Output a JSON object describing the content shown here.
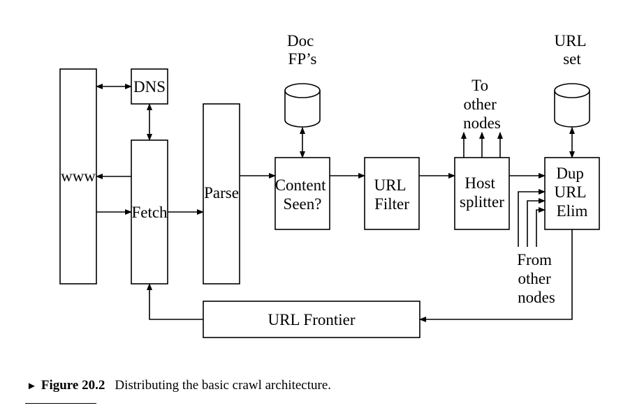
{
  "diagram": {
    "nodes": {
      "www": {
        "lines": [
          "www"
        ]
      },
      "dns": {
        "lines": [
          "DNS"
        ]
      },
      "fetch": {
        "lines": [
          "Fetch"
        ]
      },
      "parse": {
        "lines": [
          "Parse"
        ]
      },
      "content_seen": {
        "lines": [
          "Content",
          "Seen?"
        ]
      },
      "url_filter": {
        "lines": [
          "URL",
          "Filter"
        ]
      },
      "host_splitter": {
        "lines": [
          "Host",
          "splitter"
        ]
      },
      "dup_url_elim": {
        "lines": [
          "Dup",
          "URL",
          "Elim"
        ]
      },
      "url_frontier": {
        "lines": [
          "URL Frontier"
        ]
      },
      "doc_fps": {
        "lines": [
          "Doc",
          "FP’s"
        ]
      },
      "url_set": {
        "lines": [
          "URL",
          "set"
        ]
      }
    },
    "annotations": {
      "to_other_nodes": {
        "lines": [
          "To",
          "other",
          "nodes"
        ]
      },
      "from_other_nodes": {
        "lines": [
          "From",
          "other",
          "nodes"
        ]
      }
    }
  },
  "caption": {
    "marker": "►",
    "figure_number": "Figure 20.2",
    "text": "Distributing the basic crawl architecture."
  }
}
